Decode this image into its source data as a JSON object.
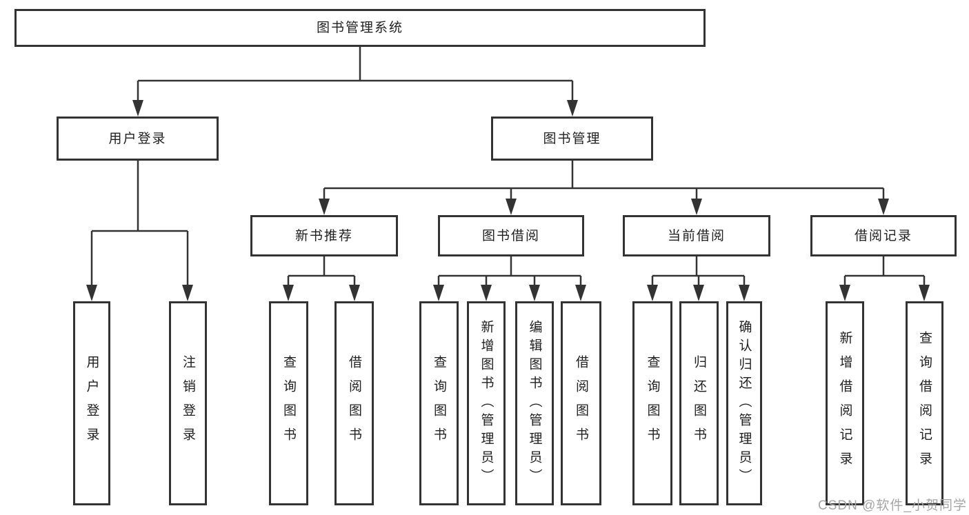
{
  "tree": {
    "label": "图书管理系统",
    "children": [
      {
        "label": "用户登录",
        "children": [
          {
            "label": "用户登录"
          },
          {
            "label": "注销登录"
          }
        ]
      },
      {
        "label": "图书管理",
        "children": [
          {
            "label": "新书推荐",
            "children": [
              {
                "label": "查询图书"
              },
              {
                "label": "借阅图书"
              }
            ]
          },
          {
            "label": "图书借阅",
            "children": [
              {
                "label": "查询图书"
              },
              {
                "label": "新增图书（管理员）"
              },
              {
                "label": "编辑图书（管理员）"
              },
              {
                "label": "借阅图书"
              }
            ]
          },
          {
            "label": "当前借阅",
            "children": [
              {
                "label": "查询图书"
              },
              {
                "label": "归还图书"
              },
              {
                "label": "确认归还（管理员）"
              }
            ]
          },
          {
            "label": "借阅记录",
            "children": [
              {
                "label": "新增借阅记录"
              },
              {
                "label": "查询借阅记录"
              }
            ]
          }
        ]
      }
    ]
  },
  "watermark": {
    "text": "CSDN @软件_小贺同学"
  },
  "colors": {
    "line": "#333333",
    "text": "#1f1f1f",
    "box_background": "#ffffff",
    "watermark": "#a6a6a6",
    "background": "#ffffff"
  }
}
